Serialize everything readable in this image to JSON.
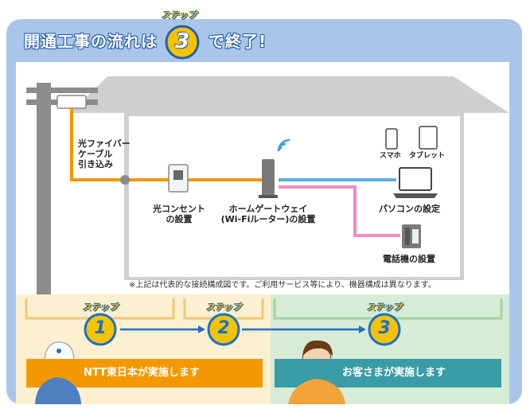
{
  "title": {
    "part1": "開通工事の流れは",
    "step_tag": "ステップ",
    "step_number": "3",
    "part2": "で終了!"
  },
  "diagram": {
    "fiber_cable_label": [
      "光ファイバー",
      "ケーブル",
      "引き込み"
    ],
    "optical_outlet_label": [
      "光コンセント",
      "の設置"
    ],
    "gateway_label": [
      "ホームゲートウェイ",
      "(Wi-Fiルーター)の設置"
    ],
    "smartphone_label": "スマホ",
    "tablet_label": "タブレット",
    "pc_label": "パソコンの設定",
    "phone_label": "電話機の設置",
    "note": "※上記は代表的な接続構成図です。ご利用サービス等により、機器構成は異なります。"
  },
  "steps": [
    {
      "tag": "ステップ",
      "number": "1"
    },
    {
      "tag": "ステップ",
      "number": "2"
    },
    {
      "tag": "ステップ",
      "number": "3"
    }
  ],
  "bars": {
    "ntt": {
      "text": "NTT東日本が実施します",
      "color": "#f39800"
    },
    "customer": {
      "text": "お客さまが実施します",
      "color": "#3a9ca6"
    }
  },
  "colors": {
    "frame": "#a9c6ea",
    "fiber": "#f39800",
    "lan": "#5aaee0",
    "phone_line": "#ef8ec0",
    "house": "#cfcfcf",
    "step_blue": "#1e6fc8"
  }
}
